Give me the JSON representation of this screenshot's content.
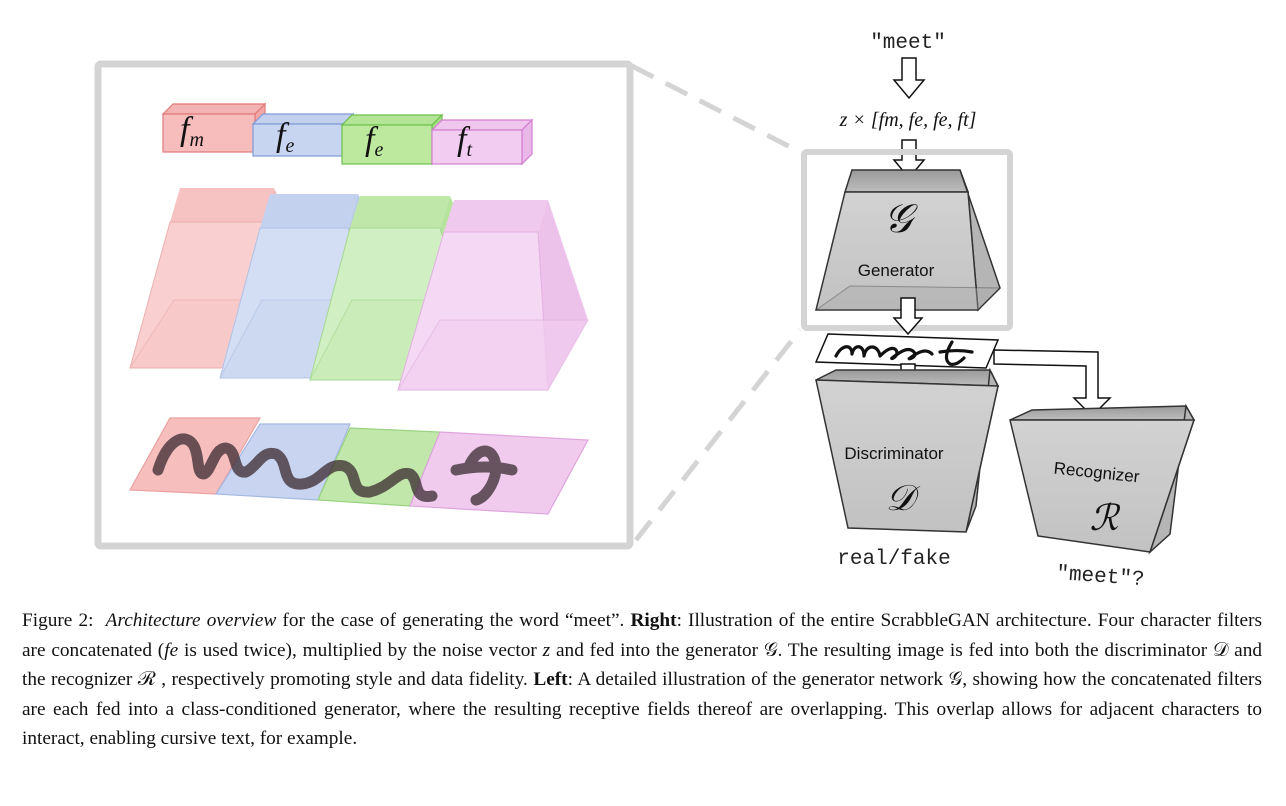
{
  "figure": {
    "input_word": "\"meet\"",
    "noise_expr": "z × [fm, fe, fe, ft]",
    "filters": [
      {
        "sym": "f",
        "sub": "m",
        "color": "#f08c8c"
      },
      {
        "sym": "f",
        "sub": "e",
        "color": "#8fa9dd"
      },
      {
        "sym": "f",
        "sub": "e",
        "color": "#8fd46a"
      },
      {
        "sym": "f",
        "sub": "t",
        "color": "#e7a0e2"
      }
    ],
    "generator": {
      "symbol": "𝒢",
      "label": "Generator"
    },
    "discriminator": {
      "symbol": "𝒟",
      "label": "Discriminator",
      "output": "real/fake"
    },
    "recognizer": {
      "symbol": "ℛ",
      "label": "Recognizer",
      "output": "\"meet\"?"
    },
    "handwriting": "meet"
  },
  "caption": {
    "label": "Figure 2:",
    "title": "Architecture overview",
    "t1": " for the case of generating the word “meet”. ",
    "right": "Right",
    "t2": ": Illustration of the entire ScrabbleGAN architecture. Four character filters are concatenated (",
    "fe": "fe",
    "t3": " is used twice), multiplied by the noise vector ",
    "z": "z",
    "t4": " and fed into the generator 𝒢. The resulting image is fed into both the discriminator 𝒟 and the recognizer ℛ , respectively promoting style and data fidelity. ",
    "left": "Left",
    "t5": ": A detailed illustration of the generator network 𝒢, showing how the concatenated filters are each fed into a class-conditioned generator, where the resulting receptive fields thereof are overlapping. This overlap allows for adjacent characters to interact, enabling cursive text, for example."
  }
}
